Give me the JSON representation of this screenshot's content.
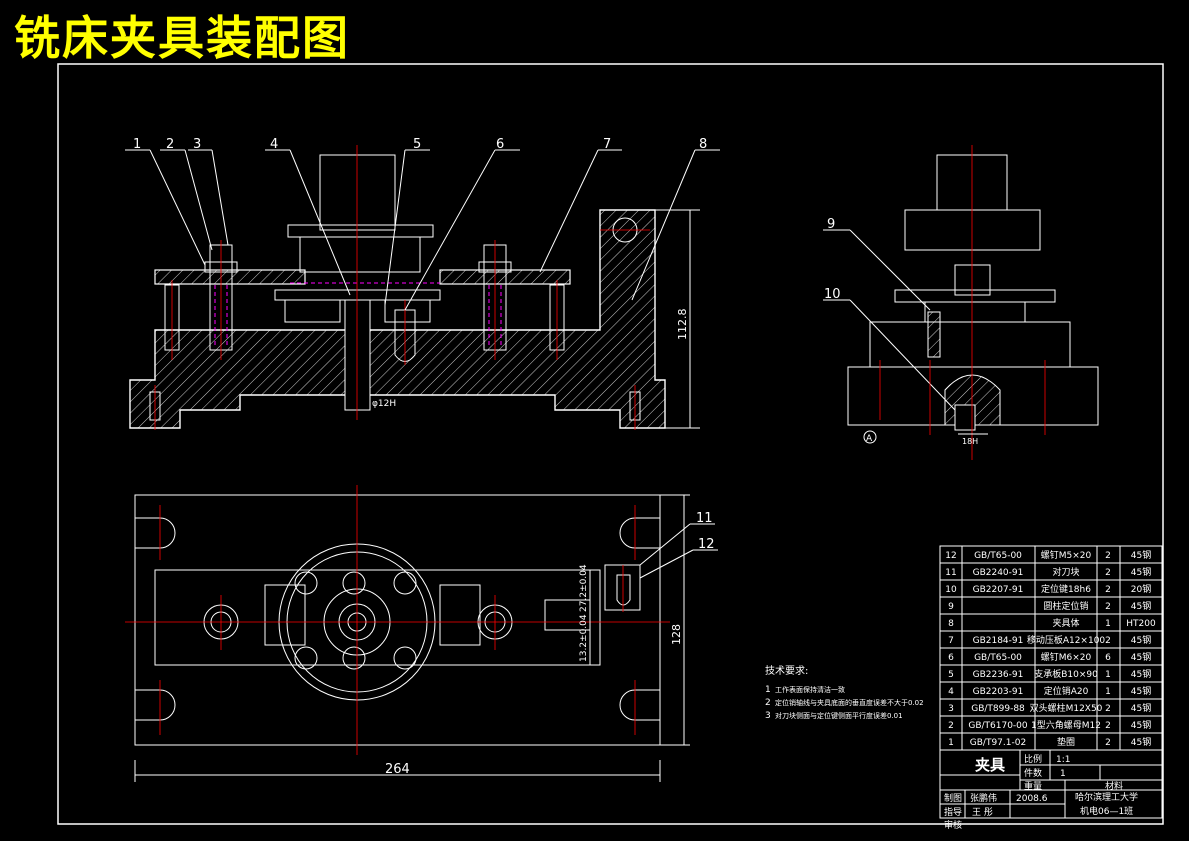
{
  "title": "铣床夹具装配图",
  "balloons": [
    "1",
    "2",
    "3",
    "4",
    "5",
    "6",
    "7",
    "8",
    "9",
    "10",
    "11",
    "12"
  ],
  "dimensions": {
    "hole_dia": "φ12H",
    "height_right": "112.8",
    "overall_length": "264",
    "width_right": "128",
    "vertical_small": "27.2±0.04",
    "vertical_small2": "13.2±0.04",
    "slot_width": "18H",
    "section_mark": "A"
  },
  "notes": {
    "heading": "技术要求:",
    "items": [
      {
        "num": "1",
        "text": "工作表面保持清洁一致"
      },
      {
        "num": "2",
        "text": "定位销轴线与夹具底面的垂直度误差不大于0.02"
      },
      {
        "num": "3",
        "text": "对刀块侧面与定位键侧面平行度误差0.01"
      }
    ]
  },
  "bom": [
    {
      "no": "12",
      "std": "GB/T65-00",
      "name": "螺钉M5×20",
      "qty": "2",
      "mat": "45钢"
    },
    {
      "no": "11",
      "std": "GB2240-91",
      "name": "对刀块",
      "qty": "2",
      "mat": "45钢"
    },
    {
      "no": "10",
      "std": "GB2207-91",
      "name": "定位键18h6",
      "qty": "2",
      "mat": "20钢"
    },
    {
      "no": "9",
      "std": "",
      "name": "圆柱定位销",
      "qty": "2",
      "mat": "45钢"
    },
    {
      "no": "8",
      "std": "",
      "name": "夹具体",
      "qty": "1",
      "mat": "HT200"
    },
    {
      "no": "7",
      "std": "GB2184-91",
      "name": "移动压板A12×100",
      "qty": "2",
      "mat": "45钢"
    },
    {
      "no": "6",
      "std": "GB/T65-00",
      "name": "螺钉M6×20",
      "qty": "6",
      "mat": "45钢"
    },
    {
      "no": "5",
      "std": "GB2236-91",
      "name": "支承板B10×90",
      "qty": "1",
      "mat": "45钢"
    },
    {
      "no": "4",
      "std": "GB2203-91",
      "name": "定位销A20",
      "qty": "1",
      "mat": "45钢"
    },
    {
      "no": "3",
      "std": "GB/T899-88",
      "name": "双头螺柱M12X50",
      "qty": "2",
      "mat": "45钢"
    },
    {
      "no": "2",
      "std": "GB/T6170-00",
      "name": "1型六角螺母M12",
      "qty": "2",
      "mat": "45钢"
    },
    {
      "no": "1",
      "std": "GB/T97.1-02",
      "name": "垫圈",
      "qty": "2",
      "mat": "45钢"
    }
  ],
  "title_block": {
    "part_name": "夹具",
    "scale_label": "比例",
    "scale_value": "1:1",
    "count_label": "件数",
    "count_value": "1",
    "weight_label": "重量",
    "material_label": "材料",
    "drawn_label": "制图",
    "drawn_name": "张鹏伟",
    "date": "2008.6",
    "guide_label": "指导",
    "guide_name": "王 彤",
    "review_label": "审核",
    "school": "哈尔滨理工大学",
    "class_name": "机电06—1班"
  },
  "colors": {
    "background": "#000000",
    "title": "#ffff00",
    "line": "#ffffff",
    "center": "#ff0000",
    "hidden": "#ff00ff",
    "hatch": "#ffffff"
  }
}
